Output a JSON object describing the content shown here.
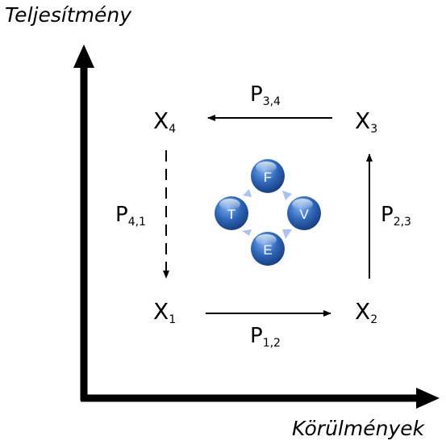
{
  "axes": {
    "y_label": "Teljesítmény",
    "x_label": "Körülmények"
  },
  "states": [
    {
      "id": "x1",
      "symbol": "X",
      "index": "1"
    },
    {
      "id": "x2",
      "symbol": "X",
      "index": "2"
    },
    {
      "id": "x3",
      "symbol": "X",
      "index": "3"
    },
    {
      "id": "x4",
      "symbol": "X",
      "index": "4"
    }
  ],
  "transitions": [
    {
      "id": "p12",
      "symbol": "P",
      "index": "1,2",
      "style": "solid"
    },
    {
      "id": "p23",
      "symbol": "P",
      "index": "2,3",
      "style": "solid"
    },
    {
      "id": "p34",
      "symbol": "P",
      "index": "3,4",
      "style": "solid"
    },
    {
      "id": "p41",
      "symbol": "P",
      "index": "4,1",
      "style": "dashed"
    }
  ],
  "cycle": {
    "nodes": [
      "F",
      "V",
      "E",
      "T"
    ],
    "node_color": "#2f66b8",
    "arrow_color": "#9db8e6"
  }
}
